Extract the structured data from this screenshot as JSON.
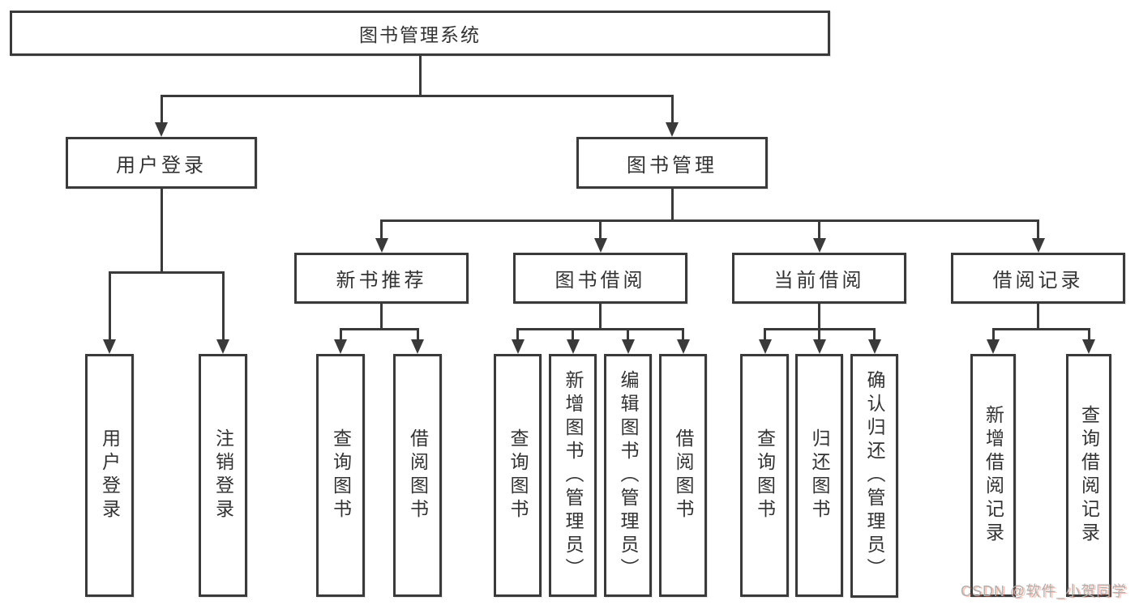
{
  "title": "图书管理系统",
  "level2": {
    "user_login": "用户登录",
    "book_mgmt": "图书管理"
  },
  "level3": {
    "new_book_rec": "新书推荐",
    "book_borrow": "图书借阅",
    "current_borrow": "当前借阅",
    "borrow_records": "借阅记录"
  },
  "level4": {
    "user_login_action": "用户登录",
    "logout": "注销登录",
    "query_books_a": "查询图书",
    "borrow_books_a": "借阅图书",
    "query_books_b": "查询图书",
    "add_books": "新增图书（管理员）",
    "edit_books": "编辑图书（管理员）",
    "borrow_books_b": "借阅图书",
    "query_books_c": "查询图书",
    "return_books": "归还图书",
    "confirm_return": "确认归还（管理员）",
    "add_borrow_record": "新增借阅记录",
    "query_borrow_record": "查询借阅记录"
  },
  "watermark": "CSDN @软件_小贺同学",
  "colors": {
    "background": "#ffffff",
    "box_border": "#3a3a3a",
    "connector_line": "#3a3a3a",
    "text": "#333333",
    "watermark_gray": "#b0b0b0",
    "watermark_accent": "#fc5531"
  }
}
